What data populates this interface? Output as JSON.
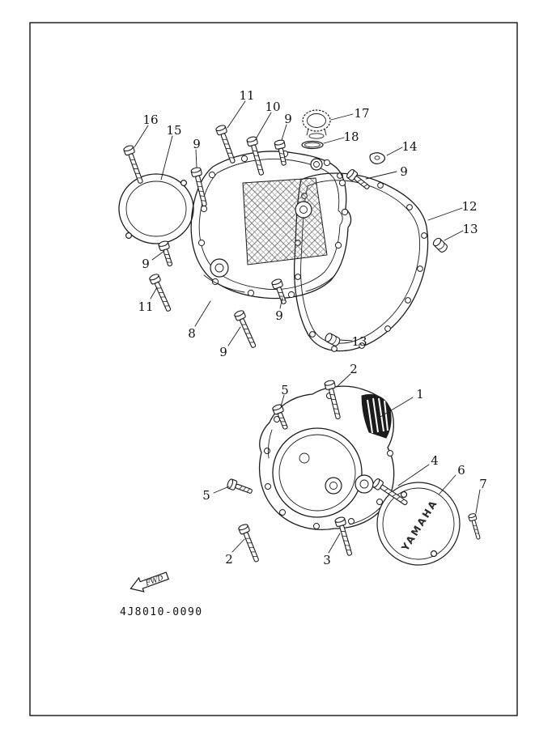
{
  "page": {
    "part_code": "4J8010-0090",
    "fwd_label": "FWD",
    "brand_label": "YAMAHA"
  },
  "colors": {
    "ink": "#1c1c1c",
    "paper": "#ffffff"
  },
  "callouts": [
    {
      "label": "16"
    },
    {
      "label": "15"
    },
    {
      "label": "9"
    },
    {
      "label": "11"
    },
    {
      "label": "10"
    },
    {
      "label": "9"
    },
    {
      "label": "17"
    },
    {
      "label": "18"
    },
    {
      "label": "14"
    },
    {
      "label": "9"
    },
    {
      "label": "12"
    },
    {
      "label": "13"
    },
    {
      "label": "9"
    },
    {
      "label": "11"
    },
    {
      "label": "8"
    },
    {
      "label": "9"
    },
    {
      "label": "9"
    },
    {
      "label": "13"
    },
    {
      "label": "2"
    },
    {
      "label": "5"
    },
    {
      "label": "1"
    },
    {
      "label": "4"
    },
    {
      "label": "6"
    },
    {
      "label": "7"
    },
    {
      "label": "5"
    },
    {
      "label": "2"
    },
    {
      "label": "3"
    }
  ]
}
